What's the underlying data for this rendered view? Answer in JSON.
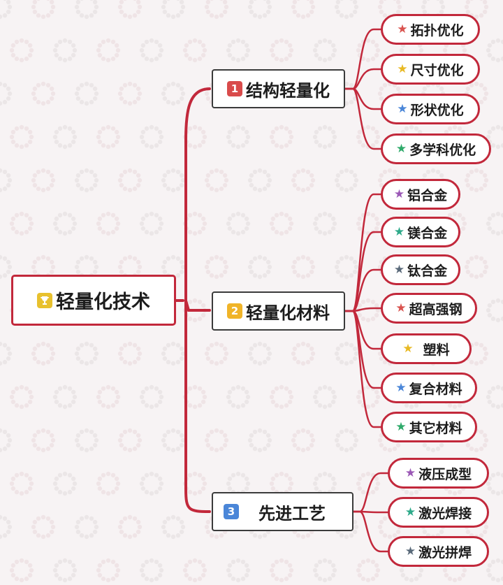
{
  "colors": {
    "line": "#c2283b",
    "node_border": "#3b3b3b"
  },
  "root": {
    "label": "轻量化技术",
    "icon": "trophy-icon",
    "icon_color": "#e8c12e"
  },
  "branches": [
    {
      "number": "1",
      "badge_color": "#d94b4b",
      "label": "结构轻量化",
      "leaves": [
        {
          "label": "拓扑优化",
          "star_color": "#d9534f"
        },
        {
          "label": "尺寸优化",
          "star_color": "#e8b923"
        },
        {
          "label": "形状优化",
          "star_color": "#4a86d8"
        },
        {
          "label": "多学科优化",
          "star_color": "#2eaa6a"
        }
      ]
    },
    {
      "number": "2",
      "badge_color": "#f0b428",
      "label": "轻量化材料",
      "leaves": [
        {
          "label": "铝合金",
          "star_color": "#9b59b6"
        },
        {
          "label": "镁合金",
          "star_color": "#2eaa8a"
        },
        {
          "label": "钛合金",
          "star_color": "#5a6a7a"
        },
        {
          "label": "超高强钢",
          "star_color": "#d9534f"
        },
        {
          "label": "塑料",
          "star_color": "#e8b923"
        },
        {
          "label": "复合材料",
          "star_color": "#4a86d8"
        },
        {
          "label": "其它材料",
          "star_color": "#2eaa6a"
        }
      ]
    },
    {
      "number": "3",
      "badge_color": "#4a86d8",
      "label": "先进工艺",
      "leaves": [
        {
          "label": "液压成型",
          "star_color": "#9b59b6"
        },
        {
          "label": "激光焊接",
          "star_color": "#2eaa8a"
        },
        {
          "label": "激光拼焊",
          "star_color": "#5a6a7a"
        }
      ]
    }
  ]
}
